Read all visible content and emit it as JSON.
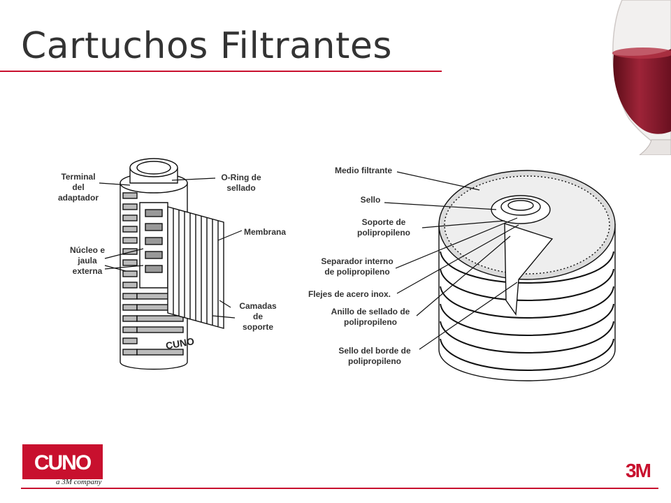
{
  "title": "Cartuchos Filtrantes",
  "colors": {
    "accent": "#c8102e",
    "wine": "#8b1a2a",
    "text": "#333333"
  },
  "left_diagram": {
    "labels": {
      "terminal": "Terminal\ndel\nadaptador",
      "oring": "O-Ring de\nsellado",
      "membrana": "Membrana",
      "nucleo": "Núcleo e\njaula\nexterna",
      "camadas": "Camadas\nde\nsoporte"
    },
    "cartridge_mark": "CUNO"
  },
  "right_diagram": {
    "labels": {
      "medio": "Medio filtrante",
      "sello": "Sello",
      "soporte": "Soporte de\npolipropileno",
      "separador": "Separador interno\nde polipropileno",
      "flejes": "Flejes de acero inox.",
      "anillo": "Anillo de sellado de\npolipropileno",
      "borde": "Sello del borde de\npolipropileno"
    }
  },
  "footer": {
    "cuno_logo_text": "CUNO",
    "cuno_tagline": "a 3M company",
    "mmm_logo_text": "3M"
  },
  "icons": {
    "glass": "wine-glass-icon"
  }
}
